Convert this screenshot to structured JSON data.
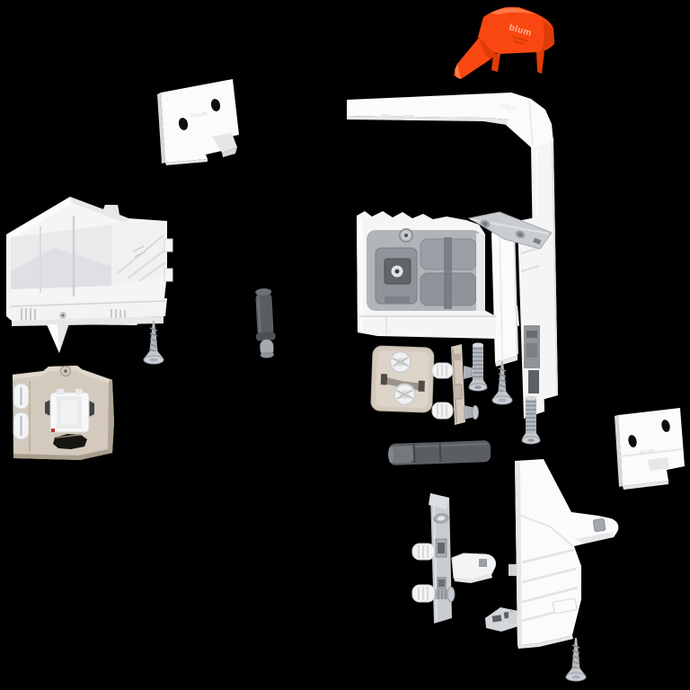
{
  "scene": {
    "type": "product-exploded-view",
    "description": "Exploded view of white furniture fitting hardware set with orange drilling template on black background",
    "brand_text": "blum",
    "colors": {
      "background": "#000000",
      "orange": "#f94711",
      "orange_dark": "#e03c08",
      "orange_light": "#ff7a47",
      "white_part": "#f5f5f6",
      "white_shade": "#e6e7e9",
      "white_deep": "#d7d8db",
      "beige": "#d3c9bc",
      "beige_dark": "#b0a494",
      "nickel": "#c9ccd0",
      "mechanism_gray": "#9aa0a6",
      "mechanism_dark": "#60656a",
      "rod_gray": "#5a5e62",
      "rod_tip": "#a6abaf",
      "screw_metal": "#b3b9be",
      "hole_black": "#0d0d0d",
      "brand_text_color": "#ffb398"
    },
    "parts": [
      {
        "id": "drilling-template",
        "label": "orange drilling template tool"
      },
      {
        "id": "cover-plate-left",
        "label": "trigger cover plate with two slots"
      },
      {
        "id": "housing-cutaway",
        "label": "plastic housing unit, cut-away view"
      },
      {
        "id": "mounting-plate-front",
        "label": "mounting plate with plastic clip and dowels"
      },
      {
        "id": "plunger-pin",
        "label": "dark plunger pin"
      },
      {
        "id": "angled-cover-profile",
        "label": "L-shaped cover profile"
      },
      {
        "id": "drive-unit-cutaway",
        "label": "drive unit mechanism, cut-away view"
      },
      {
        "id": "corner-bracket-plate",
        "label": "metal corner bracket plate"
      },
      {
        "id": "side-panel-profile",
        "label": "vertical side panel profile"
      },
      {
        "id": "cam-mounting-plate",
        "label": "mounting plate with cam screws"
      },
      {
        "id": "mounting-plate-side",
        "label": "mounting plate side view with dowels"
      },
      {
        "id": "system-screws",
        "label": "system screws"
      },
      {
        "id": "wood-screws",
        "label": "countersunk wood screws"
      },
      {
        "id": "connector-rod",
        "label": "dark connector rod"
      },
      {
        "id": "wall-bracket",
        "label": "bracket with expansion dowels and release lever"
      },
      {
        "id": "cover-cap-large",
        "label": "large cover cap with arm"
      },
      {
        "id": "cover-plate-right",
        "label": "trigger cover plate with two slots"
      }
    ]
  }
}
